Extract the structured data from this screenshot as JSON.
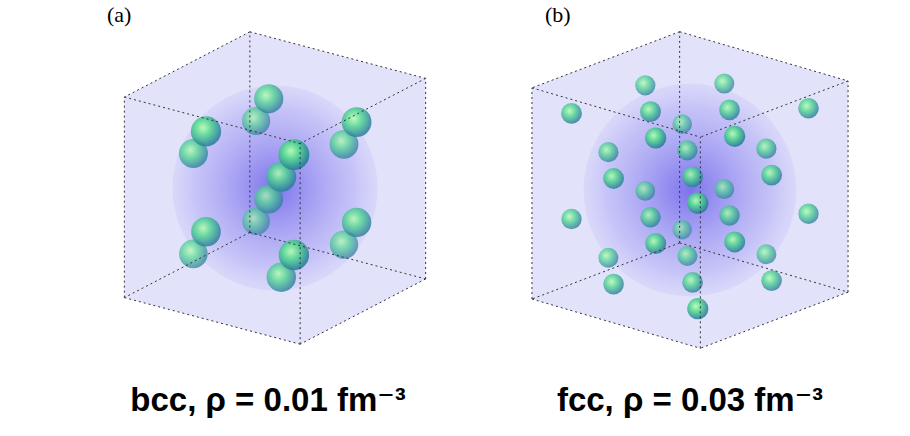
{
  "diagram": {
    "labels": [
      "(a)",
      "(b)",
      "bcc, ρ = 0.01 fm⁻³",
      "fcc, ρ = 0.03 fm⁻³"
    ]
  }
}
